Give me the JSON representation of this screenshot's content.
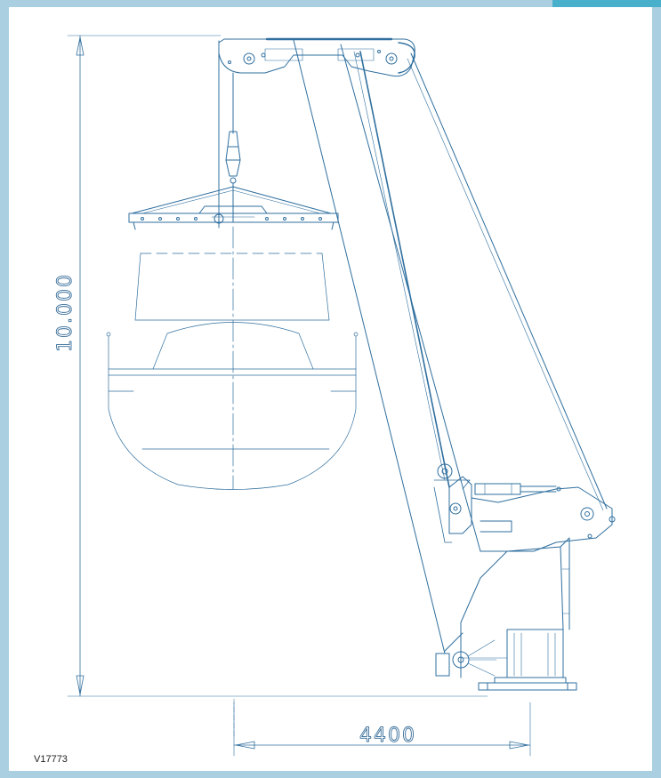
{
  "drawing": {
    "height_dimension": "10.000",
    "width_dimension": "4400",
    "drawing_code": "V17773"
  },
  "colors": {
    "line": "#2f6f9f",
    "frame": "#a9cfe0",
    "frame_accent": "#49b0cc"
  }
}
